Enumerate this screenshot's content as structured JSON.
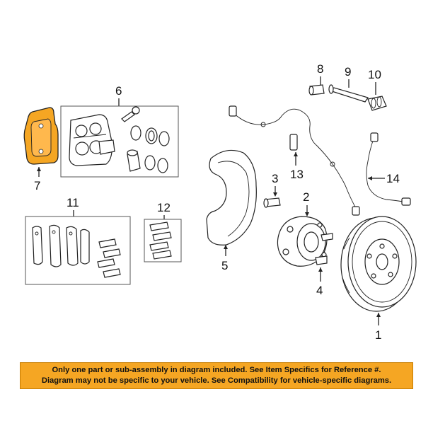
{
  "callouts": {
    "c1": "1",
    "c2": "2",
    "c3": "3",
    "c4": "4",
    "c5": "5",
    "c6": "6",
    "c7": "7",
    "c8": "8",
    "c9": "9",
    "c10": "10",
    "c11": "11",
    "c12": "12",
    "c13": "13",
    "c14": "14"
  },
  "banner": {
    "line1": "Only one part or sub-assembly in diagram included. See Item Specifics for Reference #.",
    "line2": "Diagram may not be specific to your vehicle. See Compatibility for vehicle-specific diagrams."
  },
  "colors": {
    "highlight": "#f5a623",
    "banner_bg": "#f5a623",
    "line": "#222222"
  }
}
